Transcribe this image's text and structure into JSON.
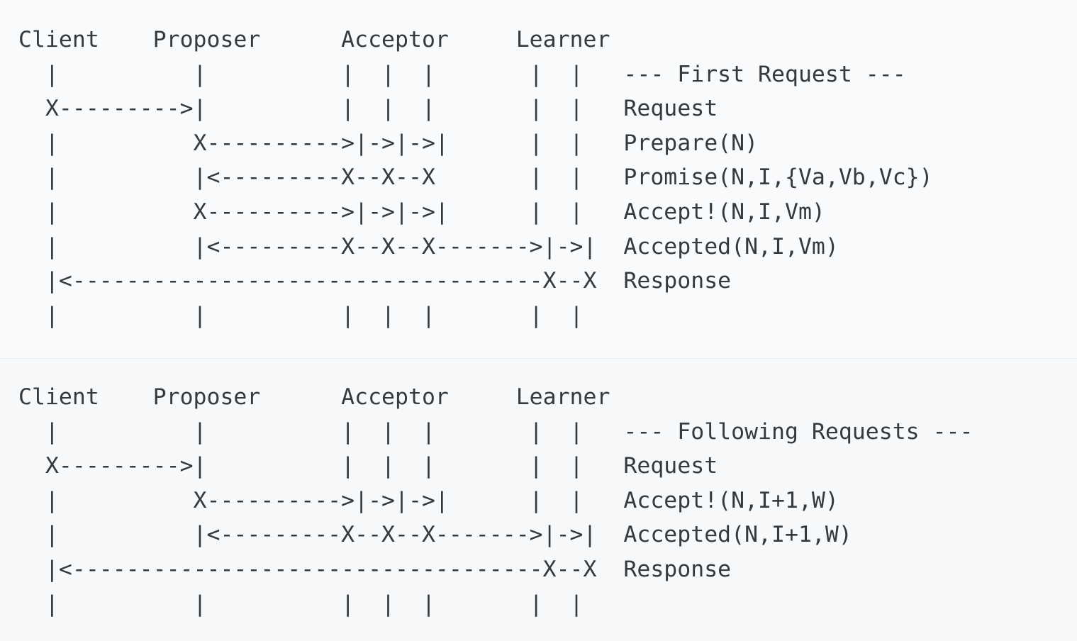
{
  "document": {
    "title": "Paxos Protocol Message Flow (ASCII sequence diagram)",
    "background_color": "#f7f9fa",
    "text_color": "#343a40",
    "font": "monospace"
  },
  "columns": {
    "labels": [
      "Client",
      "Proposer",
      "Acceptor",
      "Learner"
    ],
    "client": "Client",
    "proposer": "Proposer",
    "acceptor": "Acceptor",
    "learner": "Learner"
  },
  "blocks": [
    {
      "id": "first-request",
      "phase_banner": "--- First Request ---",
      "header_line": "Client    Proposer      Acceptor     Learner",
      "messages": [
        {
          "name": "request",
          "label": "Request",
          "flow": "X--------->|"
        },
        {
          "name": "prepare",
          "label": "Prepare(N)",
          "flow": "X---------->|->|->|"
        },
        {
          "name": "promise",
          "label": "Promise(N,I,{Va,Vb,Vc})",
          "flow": "|<---------X--X--X"
        },
        {
          "name": "accept",
          "label": "Accept!(N,I,Vm)",
          "flow": "X---------->|->|->|"
        },
        {
          "name": "accepted",
          "label": "Accepted(N,I,Vm)",
          "flow": "|<---------X--X--X------->|->|"
        },
        {
          "name": "response",
          "label": "Response",
          "flow": "|<---------------------------------X--X"
        }
      ],
      "ascii": "Client    Proposer      Acceptor     Learner\n  |          |          |  |  |       |  |   --- First Request ---\n  X--------->|          |  |  |       |  |   Request\n  |          X---------->|->|->|      |  |   Prepare(N)\n  |          |<---------X--X--X       |  |   Promise(N,I,{Va,Vb,Vc})\n  |          X---------->|->|->|      |  |   Accept!(N,I,Vm)\n  |          |<---------X--X--X------->|->|  Accepted(N,I,Vm)\n  |<-----------------------------------X--X  Response\n  |          |          |  |  |       |  |"
    },
    {
      "id": "following-requests",
      "phase_banner": "--- Following Requests ---",
      "header_line": "Client    Proposer      Acceptor     Learner",
      "messages": [
        {
          "name": "request",
          "label": "Request",
          "flow": "X--------->|"
        },
        {
          "name": "accept",
          "label": "Accept!(N,I+1,W)",
          "flow": "X---------->|->|->|"
        },
        {
          "name": "accepted",
          "label": "Accepted(N,I+1,W)",
          "flow": "|<---------X--X--X------->|->|"
        },
        {
          "name": "response",
          "label": "Response",
          "flow": "|<---------------------------------X--X"
        }
      ],
      "ascii": "Client    Proposer      Acceptor     Learner\n  |          |          |  |  |       |  |   --- Following Requests ---\n  X--------->|          |  |  |       |  |   Request\n  |          X---------->|->|->|      |  |   Accept!(N,I+1,W)\n  |          |<---------X--X--X------->|->|  Accepted(N,I+1,W)\n  |<-----------------------------------X--X  Response\n  |          |          |  |  |       |  |"
    }
  ],
  "glyphs": {
    "lifeline": "|",
    "sender": "X",
    "arrow_right": "->",
    "arrow_left": "<-",
    "dash": "-"
  }
}
